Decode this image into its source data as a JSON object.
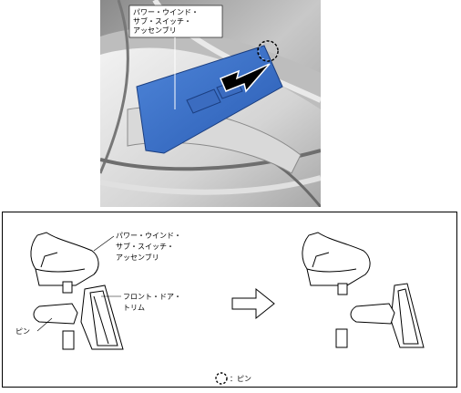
{
  "photo": {
    "label_lines": [
      "パワー・ウインド・",
      "サブ・スイッチ・",
      "アッセンブリ"
    ]
  },
  "diagram": {
    "switch_label_lines": [
      "パワー・ウインド・",
      "サブ・スイッチ・",
      "アッセンブリ"
    ],
    "trim_label_lines": [
      "フロント・ドア・",
      "トリム"
    ],
    "pin_label": "ピン",
    "legend_text": "：ピン"
  }
}
